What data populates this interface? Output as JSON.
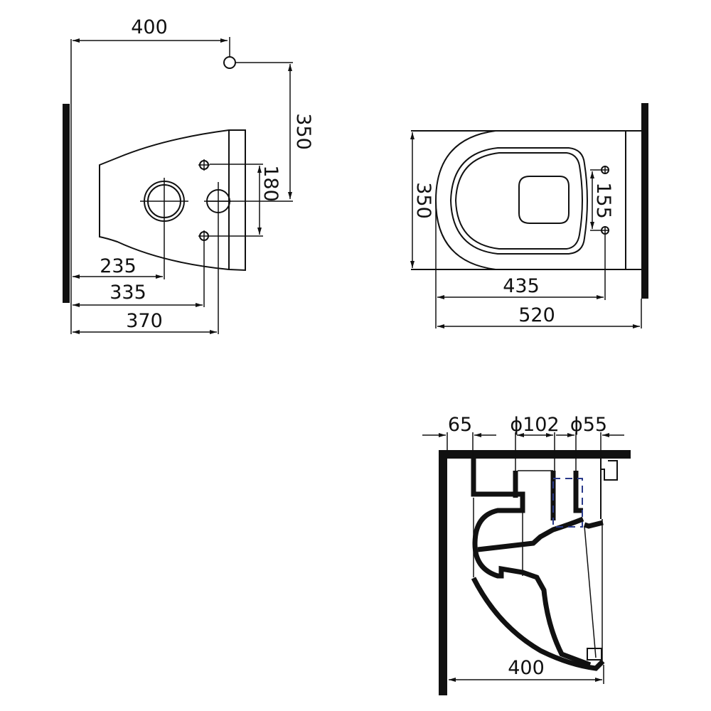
{
  "drawing": {
    "title": "Wall-hung toilet dimension drawing",
    "colors": {
      "line": "#111111",
      "background": "#ffffff",
      "hidden_line": "#2a3a8a"
    }
  },
  "rear_view": {
    "dim_top_width": "400",
    "dim_height_to_supply": "350",
    "dim_bolt_spacing": "180",
    "dim_outlet_center": "235",
    "dim_bolt_center": "335",
    "dim_depth": "370"
  },
  "top_view": {
    "dim_width": "350",
    "dim_bolt_spacing": "155",
    "dim_bolt_from_front": "435",
    "dim_length": "520"
  },
  "side_view": {
    "dim_wall_offset": "65",
    "dim_outlet_diameter": "ϕ102",
    "dim_inlet_diameter": "ϕ55",
    "dim_projection": "400"
  }
}
